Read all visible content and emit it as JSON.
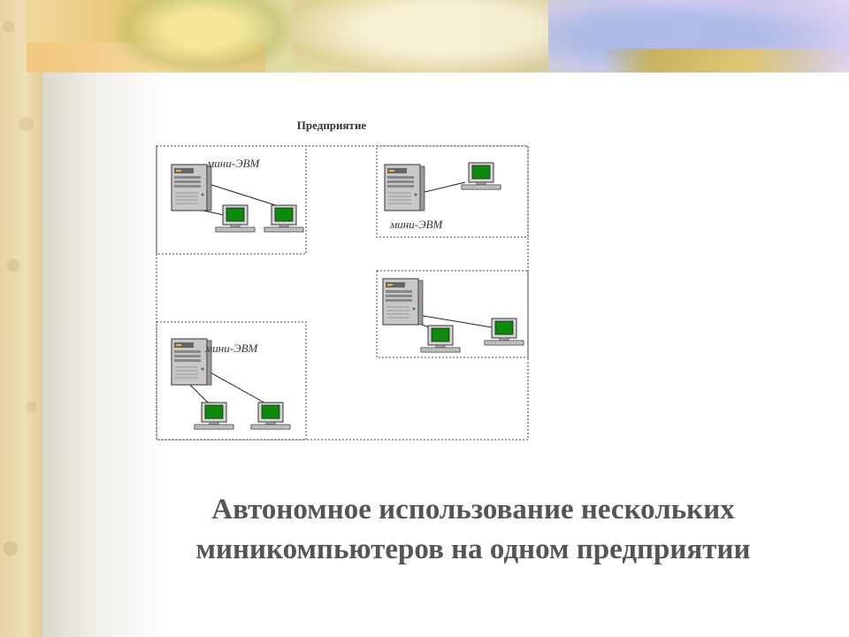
{
  "diagram": {
    "enterprise_label": "Предприятие",
    "node_label": "мини-ЭВМ",
    "groups": [
      {
        "label": "мини-ЭВМ",
        "terminals": 2
      },
      {
        "label": "мини-ЭВМ",
        "terminals": 1
      },
      {
        "label": "",
        "terminals": 2
      },
      {
        "label": "мини-ЭВМ",
        "terminals": 2
      }
    ]
  },
  "slide": {
    "title_line1": "Автономное использование нескольких",
    "title_line2": "миникомпьютеров на одном предприятии"
  },
  "colors": {
    "screen": "#0b8a0b",
    "title_text": "#555555",
    "dashed_border": "#444444"
  }
}
